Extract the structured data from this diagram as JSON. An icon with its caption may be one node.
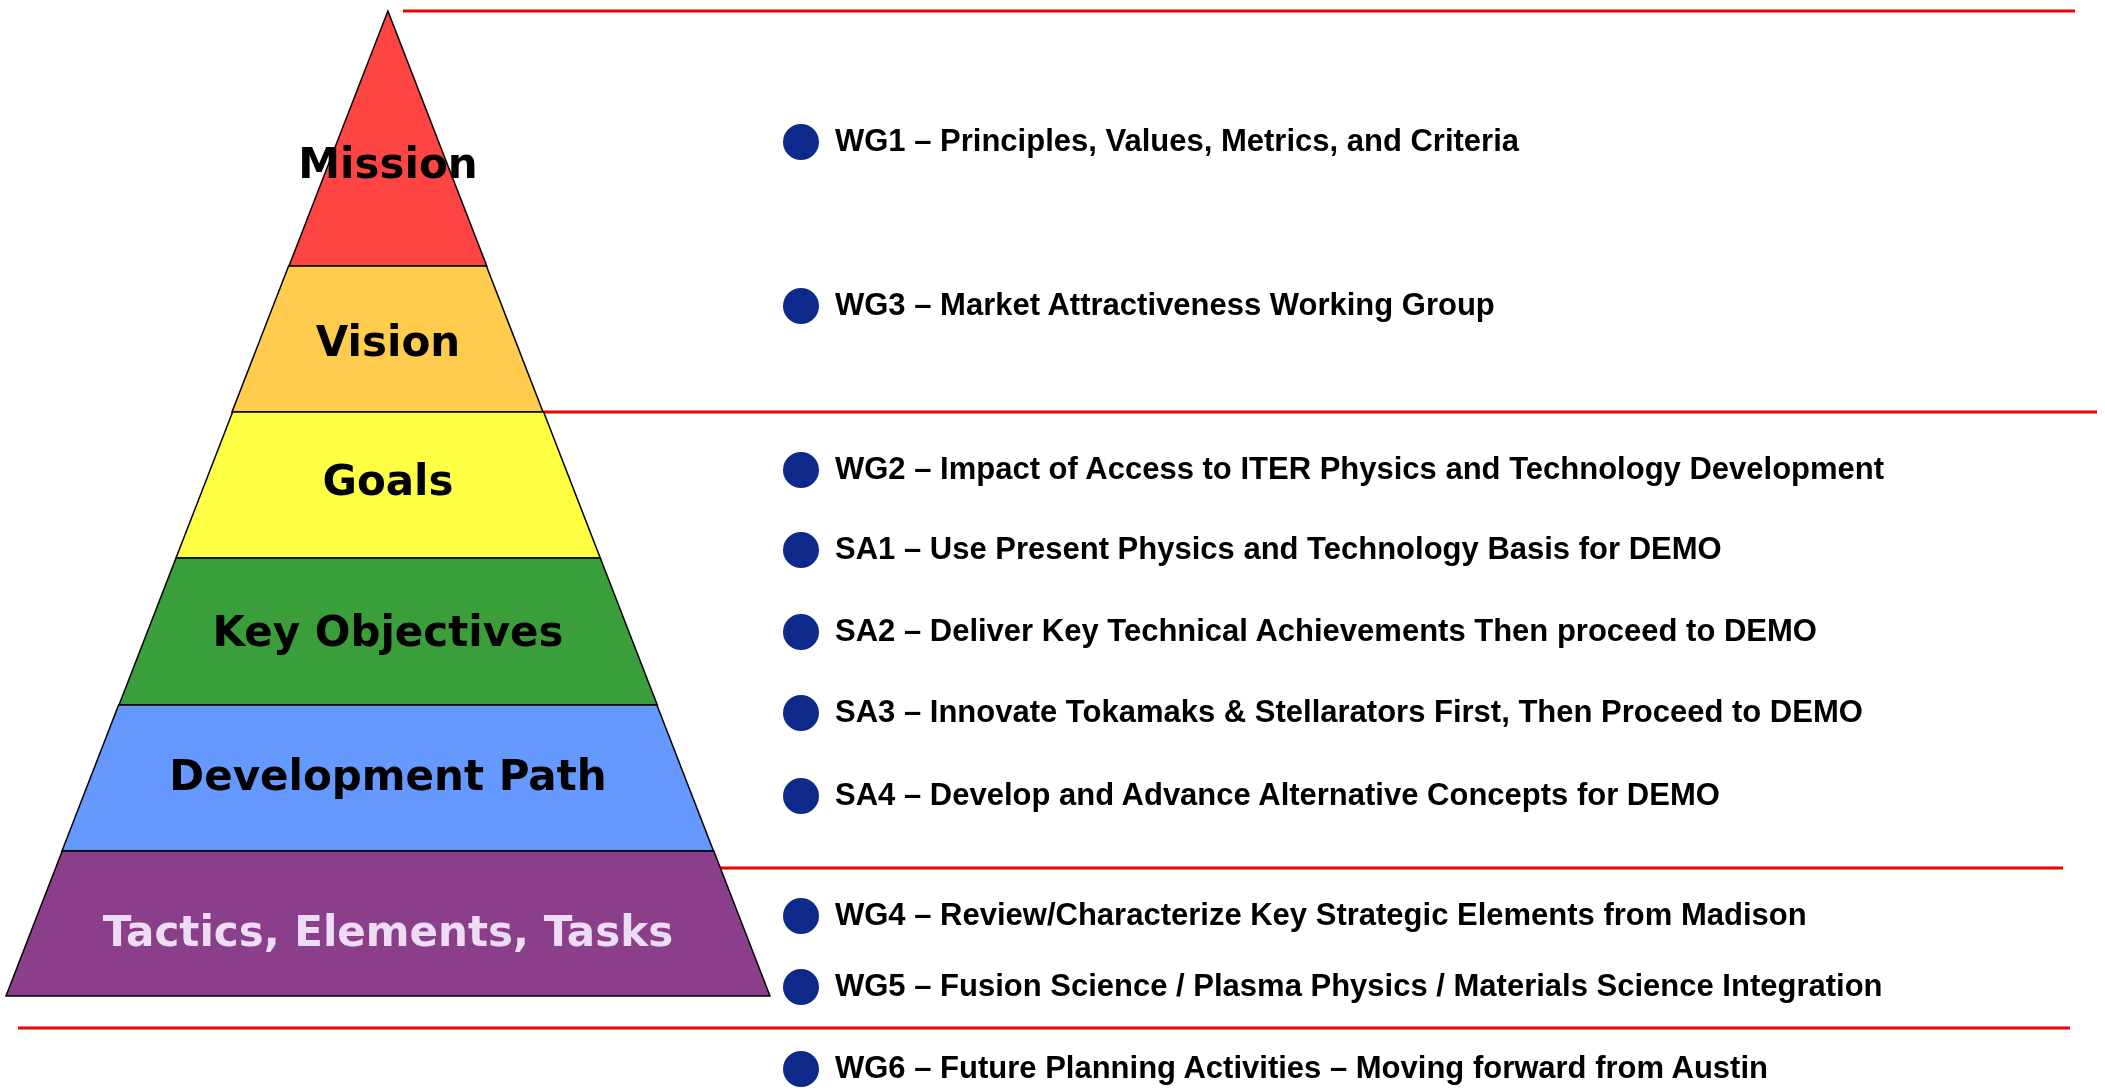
{
  "diagram": {
    "nodes": [
      {
        "text": [
          "Mission"
        ]
      },
      {
        "text": [
          "Vision"
        ]
      },
      {
        "text": [
          "Goals"
        ]
      },
      {
        "text": [
          "Key Objectives"
        ]
      },
      {
        "text": [
          "Development Path"
        ]
      },
      {
        "text": [
          "Tactics, Elements, Tasks"
        ]
      }
    ],
    "labels": [
      "WG1 – Principles, Values, Metrics, and Criteria",
      "WG3 – Market Attractiveness Working Group",
      "WG2 – Impact of Access to ITER Physics and Technology Development",
      "SA1 – Use Present Physics and Technology Basis for DEMO",
      "SA2 – Deliver Key Technical Achievements Then proceed to DEMO",
      "SA3 – Innovate Tokamaks & Stellarators First, Then Proceed to DEMO",
      "SA4 – Develop and Advance Alternative Concepts for DEMO",
      "WG4 – Review/Characterize Key Strategic Elements from Madison",
      "WG5 – Fusion Science / Plasma Physics / Materials Science Integration",
      "WG6 – Future Planning Activities – Moving forward from Austin"
    ]
  }
}
